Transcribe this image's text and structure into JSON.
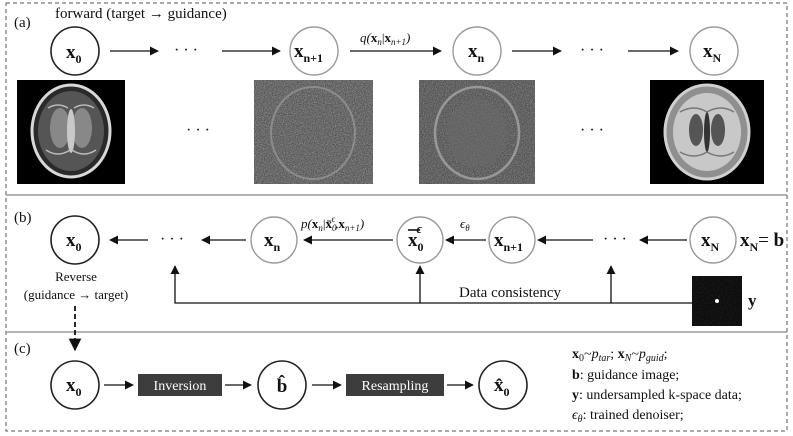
{
  "panels": {
    "a": {
      "label": "(a)",
      "title": "forward (target → guidance)",
      "nodes": [
        "x",
        "x",
        "x",
        "x"
      ],
      "node_subs": [
        "0",
        "n+1",
        "n",
        "N"
      ],
      "dots": [
        "· · ·",
        "· · ·",
        "· · ·",
        "· · ·"
      ],
      "q_label": {
        "pre": "q(",
        "x1": "x",
        "s1": "n",
        "bar": "|",
        "x2": "x",
        "s2": "n+1",
        "post": ")"
      }
    },
    "b": {
      "label": "(b)",
      "nodes": [
        "x",
        "x",
        "x",
        "x",
        "x"
      ],
      "node_subs": [
        "0",
        "n",
        "0",
        "n+1",
        "N"
      ],
      "x0bar_sup": "ϵ",
      "dots": [
        "· · ·",
        "· · ·"
      ],
      "p_label": {
        "pre": "p(",
        "x1": "x",
        "s1": "n",
        "bar": "|",
        "xb": "x̄",
        "sb": "0",
        "supb": "ϵ",
        "comma": ",",
        "x3": "x",
        "s3": "n+1",
        "post": ")"
      },
      "eps_label": {
        "sym": "ϵ",
        "sub": "θ"
      },
      "eq_right": {
        "x": "x",
        "sub": "N",
        "eq": "= ",
        "b": "b"
      },
      "data_consistency": "Data consistency",
      "y_label": "y",
      "reverse_line1": "Reverse",
      "reverse_line2": "(guidance → target)"
    },
    "c": {
      "label": "(c)",
      "inversion": "Inversion",
      "resampling": "Resampling",
      "node_start": "x",
      "node_start_sub": "0",
      "node_mid": "b̂",
      "node_end": "x̂",
      "node_end_sub": "0",
      "legend": [
        {
          "parts": [
            "x",
            "0",
            "~",
            "p",
            "tar",
            ";  ",
            "x",
            "N",
            "~",
            "p",
            "guid",
            ";"
          ]
        },
        {
          "bold": "b",
          "text": ": guidance image;"
        },
        {
          "bold": "y",
          "text": ": undersampled k-space data;"
        },
        {
          "sym": "ϵ",
          "sub": "θ",
          "text": ": trained denoiser;"
        }
      ]
    }
  }
}
